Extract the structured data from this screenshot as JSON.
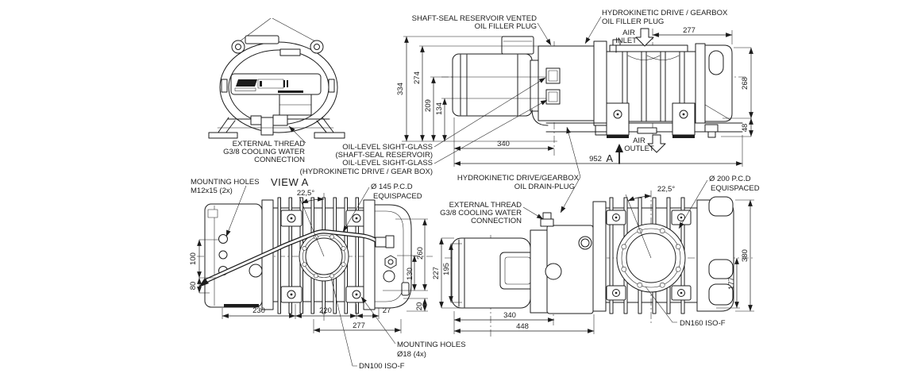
{
  "colors": {
    "ink": "#1c1c1c",
    "background": "#ffffff"
  },
  "end_view": {
    "label_external_thread": [
      "EXTERNAL THREAD",
      "G3/8 COOLING WATER",
      "CONNECTION"
    ]
  },
  "side_view": {
    "label_shaft_seal": [
      "SHAFT-SEAL RESERVOIR VENTED",
      "OIL FILLER PLUG"
    ],
    "label_hydro_filler": [
      "HYDROKINETIC DRIVE / GEARBOX",
      "OIL FILLER PLUG"
    ],
    "label_oil_sight": [
      "OIL-LEVEL SIGHT-GLASS",
      "(SHAFT-SEAL RESERVOIR)",
      "OIL-LEVEL SIGHT-GLASS",
      "(HYDROKINETIC DRIVE / GEAR BOX)"
    ],
    "label_hydro_drain": [
      "HYDROKINETIC DRIVE/GEARBOX",
      "OIL DRAIN-PLUG"
    ],
    "air_inlet": [
      "AIR",
      "INLET"
    ],
    "air_outlet": [
      "AIR",
      "OUTLET"
    ],
    "view_marker": "A",
    "dims": {
      "h334": "334",
      "h274": "274",
      "h209": "209",
      "h134": "134",
      "w340": "340",
      "w952": "952",
      "w277": "277",
      "h268": "268",
      "h48": "48"
    }
  },
  "view_a": {
    "title": "VIEW A",
    "angle": "22,5°",
    "label_mounting_m12": [
      "MOUNTING HOLES",
      "M12x15 (2x)"
    ],
    "label_pcd145": [
      "Ø 145 P.C.D",
      "EQUISPACED"
    ],
    "label_mounting_o18": [
      "MOUNTING HOLES",
      "Ø18 (4x)"
    ],
    "label_dn100": "DN100 ISO-F",
    "dims": {
      "h100": "100",
      "h80": "80",
      "w230": "230",
      "w220": "220",
      "w27": "27",
      "w277": "277",
      "h130": "130",
      "h260": "260",
      "h20": "20"
    }
  },
  "front_view": {
    "angle": "22,5°",
    "label_external_thread": [
      "EXTERNAL THREAD",
      "G3/8 COOLING WATER",
      "CONNECTION"
    ],
    "label_pcd200": [
      "Ø 200 P.C.D",
      "EQUISPACED"
    ],
    "label_dn160": "DN160 ISO-F",
    "dims": {
      "h227": "227",
      "h195": "195",
      "w340": "340",
      "w448": "448",
      "h380": "380",
      "h177": "177"
    }
  }
}
